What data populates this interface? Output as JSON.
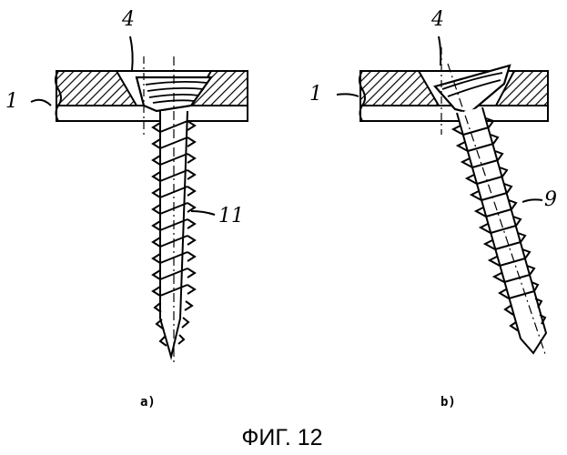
{
  "figure": {
    "caption": "ФИГ. 12",
    "panel_a": {
      "sublabel": "a)",
      "plate_label": "1",
      "hole_label": "4",
      "screw_label": "11"
    },
    "panel_b": {
      "sublabel": "b)",
      "plate_label": "1",
      "hole_label": "4",
      "screw_label": "9"
    }
  }
}
